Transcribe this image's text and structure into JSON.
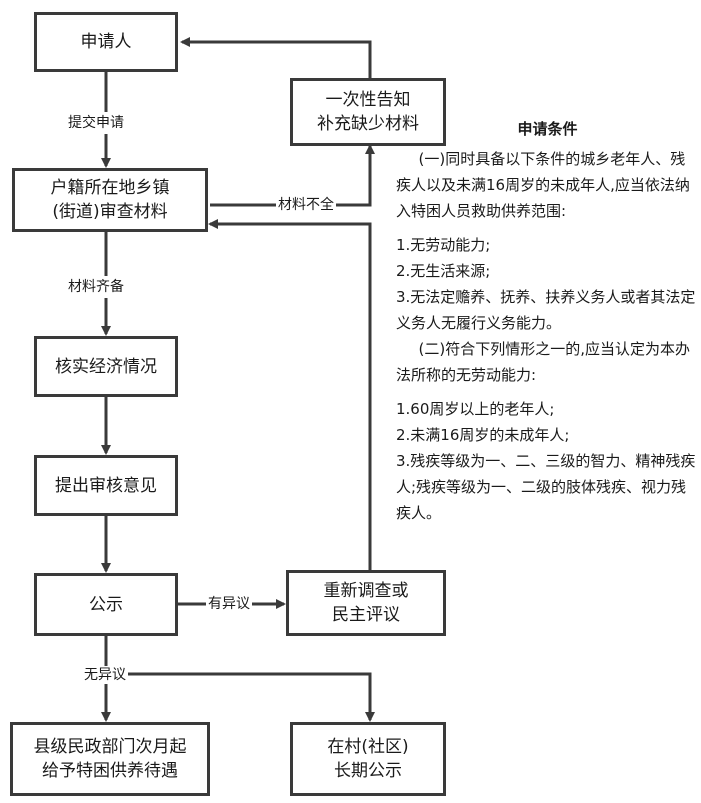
{
  "boxes": {
    "applicant": "申请人",
    "notify_line1": "一次性告知",
    "notify_line2": "补充缺少材料",
    "review_line1": "户籍所在地乡镇",
    "review_line2": "(街道)审查材料",
    "verify": "核实经济情况",
    "opinion": "提出审核意见",
    "publicize": "公示",
    "reinvestigate_line1": "重新调查或",
    "reinvestigate_line2": "民主评议",
    "county_line1": "县级民政部门次月起",
    "county_line2": "给予特困供养待遇",
    "village_line1": "在村(社区)",
    "village_line2": "长期公示"
  },
  "edge_labels": {
    "submit": "提交申请",
    "incomplete": "材料不全",
    "complete": "材料齐备",
    "objection": "有异议",
    "no_objection": "无异议"
  },
  "conditions": {
    "title": "申请条件",
    "para1": "(一)同时具备以下条件的城乡老年人、残疾人以及未满16周岁的未成年人,应当依法纳入特困人员救助供养范围:",
    "list1": [
      "1.无劳动能力;",
      "2.无生活来源;",
      "3.无法定赡养、抚养、扶养义务人或者其法定义务人无履行义务能力。"
    ],
    "para2": "(二)符合下列情形之一的,应当认定为本办法所称的无劳动能力:",
    "list2": [
      "1.60周岁以上的老年人;",
      "2.未满16周岁的未成年人;",
      "3.残疾等级为一、二、三级的智力、精神残疾人;残疾等级为一、二级的肢体残疾、视力残疾人。"
    ]
  }
}
